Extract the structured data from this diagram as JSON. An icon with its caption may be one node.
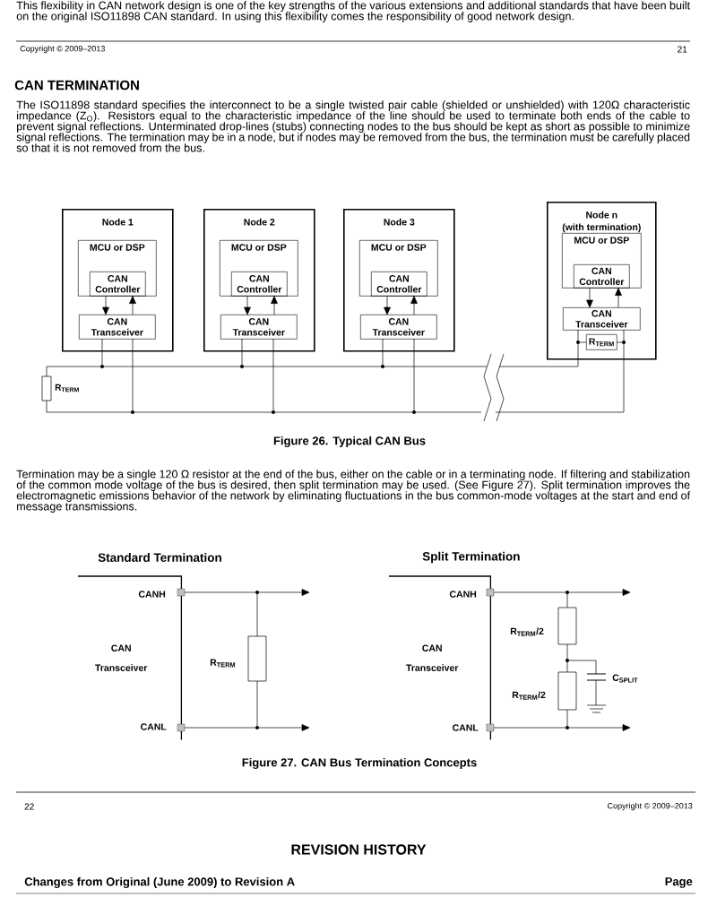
{
  "diagram": {
    "nodes": [
      {
        "text": [
          "Node 1"
        ]
      },
      {
        "text": [
          "MCU or DSP"
        ],
        "in": 0
      },
      {
        "text": [
          "CAN Controller"
        ],
        "in": 1
      },
      {
        "text": [
          "CAN Transceiver"
        ],
        "in": 0
      },
      {
        "text": [
          "Node 2"
        ]
      },
      {
        "text": [
          "MCU or DSP"
        ],
        "in": 4
      },
      {
        "text": [
          "CAN Controller"
        ],
        "in": 5
      },
      {
        "text": [
          "CAN Transceiver"
        ],
        "in": 4
      },
      {
        "text": [
          "Node 3"
        ]
      },
      {
        "text": [
          "MCU or DSP"
        ],
        "in": 8
      },
      {
        "text": [
          "CAN Controller"
        ],
        "in": 9
      },
      {
        "text": [
          "CAN Transceiver"
        ],
        "in": 8
      },
      {
        "text": [
          "Node n",
          "(with termination)"
        ]
      },
      {
        "text": [
          "MCU or DSP"
        ],
        "in": 12
      },
      {
        "text": [
          "CAN Controller"
        ],
        "in": 13
      },
      {
        "text": [
          "CAN Transceiver"
        ],
        "in": 12
      },
      {
        "text": [
          "R$_{TERM}$"
        ],
        "in": 12
      },
      {
        "text": [
          "CAN Transceiver"
        ]
      },
      {
        "text": [
          "CAN Transceiver"
        ]
      }
    ],
    "edges": [
      {
        "from": 2,
        "to": 3,
        "arrow": "to"
      },
      {
        "from": 3,
        "to": 2,
        "arrow": "to"
      },
      {
        "from": 6,
        "to": 7,
        "arrow": "to"
      },
      {
        "from": 7,
        "to": 6,
        "arrow": "to"
      },
      {
        "from": 10,
        "to": 11,
        "arrow": "to"
      },
      {
        "from": 11,
        "to": 10,
        "arrow": "to"
      },
      {
        "from": 14,
        "to": 15,
        "arrow": "to"
      },
      {
        "from": 15,
        "to": 14,
        "arrow": "to"
      },
      {
        "from": 17,
        "to": null,
        "arrow": "to"
      },
      {
        "from": 17,
        "to": null,
        "arrow": "to"
      },
      {
        "from": 18,
        "to": null,
        "arrow": "to"
      },
      {
        "from": 18,
        "to": null,
        "arrow": "to"
      }
    ],
    "labels": [
      "This flexibility in CAN network design is one of the key strengths of the various extensions and additional standards that have been built on the original ISO11898 CAN standard. In using this flexibility comes the responsibility of good network design.",
      "Copyright © 2009–2013",
      "21",
      "CAN TERMINATION",
      "The ISO11898 standard specifies the interconnect to be a single twisted pair cable (shielded or unshielded) with 120Ω characteristic impedance (Z$_{O}$). Resistors equal to the characteristic impedance of the line should be used to terminate both ends of the cable to prevent signal reflections. Unterminated drop-lines (stubs) connecting nodes to the bus should be kept as short as possible to minimize signal reflections. The termination may be in a node, but if nodes may be removed from the bus, the termination must be carefully placed so that it is not removed from the bus.",
      "R$_{TERM}$",
      "Figure 26.  Typical CAN Bus",
      "Termination may be a single 120 Ω resistor at the end of the bus, either on the cable or in a terminating node. If filtering and stabilization of the common mode voltage of the bus is desired, then split termination may be used. (See Figure 27). Split termination improves the electromagnetic emissions behavior of the network by eliminating fluctuations in the bus common-mode voltages at the start and end of message transmissions.",
      "Standard Termination",
      "CANH",
      "CANL",
      "R$_{TERM}$",
      "Split Termination",
      "CANH",
      "CANL",
      "R$_{TERM}$/2",
      "R$_{TERM}$/2",
      "C$_{SPLIT}$",
      "Figure 27.  CAN Bus Termination Concepts",
      "22",
      "Copyright © 2009–2013",
      "REVISION HISTORY",
      "Changes from Original (June 2009) to Revision A",
      "Page"
    ]
  }
}
